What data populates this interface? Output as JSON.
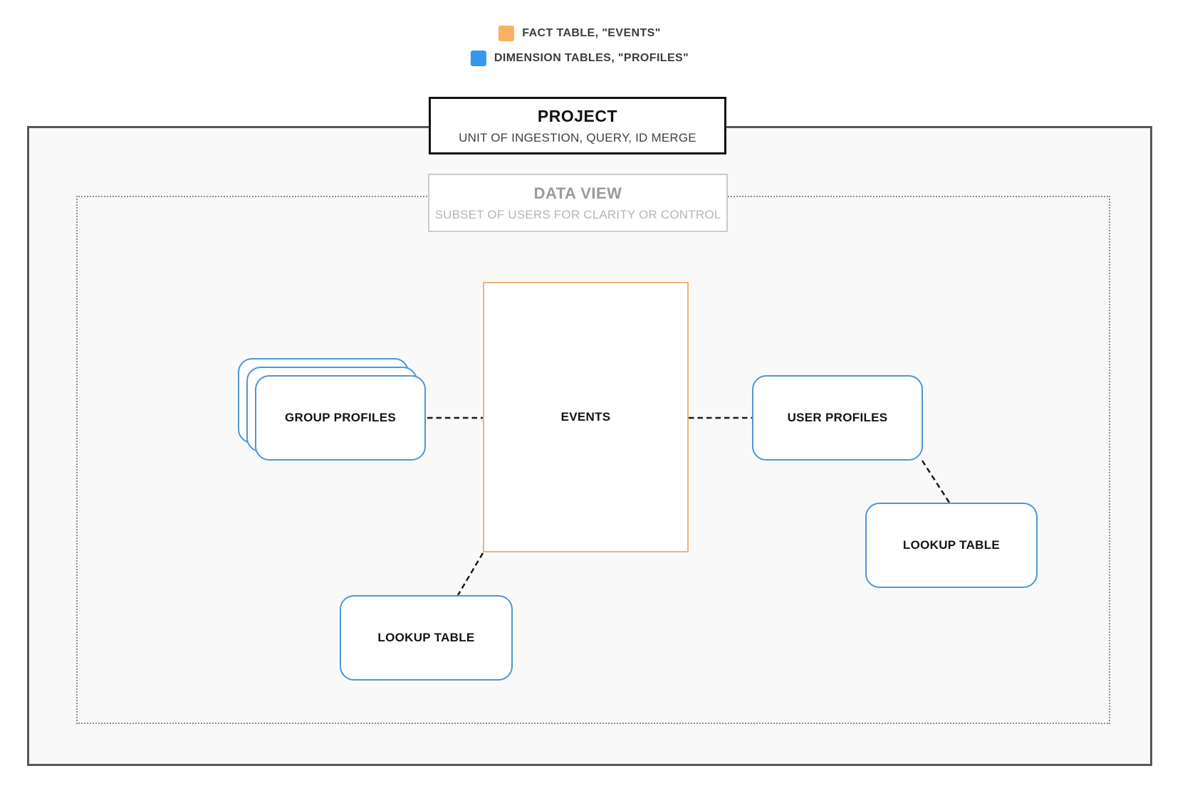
{
  "diagram": {
    "legend": {
      "items": [
        {
          "name": "fact-table",
          "label": "FACT TABLE, \"EVENTS\"",
          "color": "#f7b163"
        },
        {
          "name": "dimension-tables",
          "label": "DIMENSION TABLES, \"PROFILES\"",
          "color": "#3598ec"
        }
      ]
    },
    "containers": {
      "project": {
        "title": "PROJECT",
        "subtitle": "UNIT OF INGESTION, QUERY, ID MERGE"
      },
      "data_view": {
        "title": "DATA VIEW",
        "subtitle": "SUBSET OF USERS FOR CLARITY OR CONTROL"
      }
    },
    "nodes": {
      "events": {
        "label": "EVENTS",
        "type": "fact"
      },
      "group_profiles": {
        "label": "GROUP PROFILES",
        "type": "dimension",
        "stacked": true
      },
      "user_profiles": {
        "label": "USER PROFILES",
        "type": "dimension"
      },
      "lookup_table_right": {
        "label": "LOOKUP TABLE",
        "type": "dimension"
      },
      "lookup_table_bottom": {
        "label": "LOOKUP TABLE",
        "type": "dimension"
      }
    },
    "connections": [
      {
        "from": "group_profiles",
        "to": "events",
        "style": "dashed"
      },
      {
        "from": "events",
        "to": "user_profiles",
        "style": "dashed"
      },
      {
        "from": "user_profiles",
        "to": "lookup_table_right",
        "style": "dashed"
      },
      {
        "from": "events",
        "to": "lookup_table_bottom",
        "style": "dashed"
      }
    ],
    "colors": {
      "fact_border": "#e7b877",
      "dimension_border": "#4e97d3",
      "legend_fact": "#f7b163",
      "legend_dimension": "#3598ec",
      "outer_border": "#575757",
      "inner_dotted_border": "#8c8c8c",
      "canvas_fill": "#f9f9f9"
    }
  }
}
